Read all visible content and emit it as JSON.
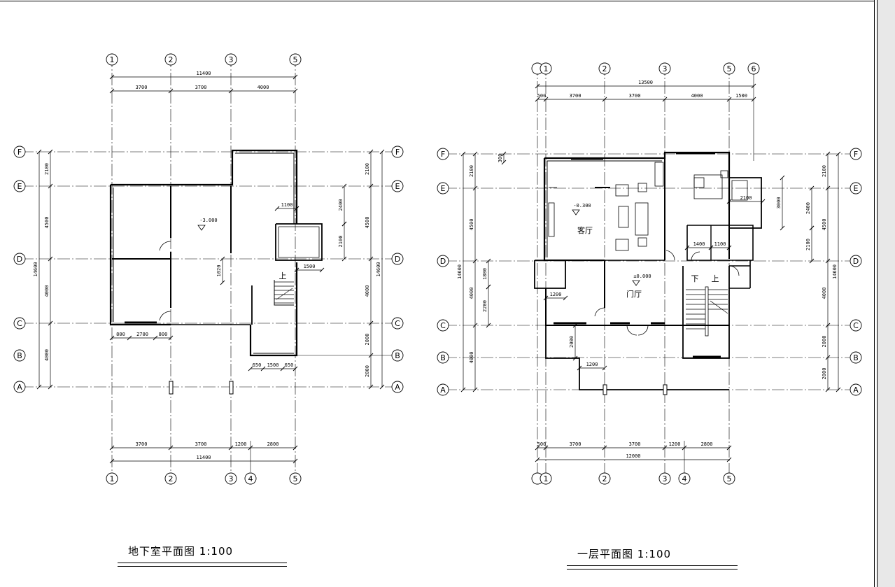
{
  "basement_plan": {
    "title": "地下室平面图",
    "scale": "1:100",
    "top_axes": [
      "1",
      "2",
      "3",
      "5"
    ],
    "bottom_axes": [
      "1",
      "2",
      "3",
      "4",
      "5"
    ],
    "row_axes": [
      "F",
      "E",
      "D",
      "C",
      "B",
      "A"
    ],
    "top_dims": {
      "overall": "11400",
      "segments": [
        "3700",
        "3700",
        "4000"
      ]
    },
    "bottom_dims": {
      "overall": "11400",
      "segments": [
        "3700",
        "3700",
        "1200",
        "2800"
      ]
    },
    "left_dims": {
      "overall": "14600",
      "segments": [
        "2100",
        "4500",
        "4000",
        "4000"
      ]
    },
    "right_dims": {
      "overall": "14600",
      "segments": [
        "2100",
        "4500",
        "4000",
        "2000",
        "2000"
      ]
    },
    "detail_dims": [
      "1100",
      "2400",
      "2100",
      "1020",
      "1500",
      "800",
      "2700",
      "800",
      "650",
      "1500",
      "650"
    ],
    "level": "-3.000",
    "stair_label": "上"
  },
  "ground_plan": {
    "title": "一层平面图",
    "scale": "1:100",
    "top_axes": [
      "1",
      "2",
      "3",
      "5",
      "6"
    ],
    "bottom_axes": [
      "1",
      "2",
      "3",
      "4",
      "5"
    ],
    "row_axes": [
      "F",
      "E",
      "D",
      "C",
      "B",
      "A"
    ],
    "top_dims": {
      "overall": "13500",
      "segments": [
        "500",
        "3700",
        "3700",
        "4000",
        "1500"
      ]
    },
    "bottom_dims": {
      "overall": "12000",
      "segments": [
        "500",
        "3700",
        "3700",
        "1200",
        "2800"
      ]
    },
    "left_dims": {
      "overall": "14600",
      "segments": [
        "2100",
        "4500",
        "4000",
        "4000"
      ]
    },
    "right_dims": {
      "overall": "14600",
      "segments": [
        "2100",
        "4500",
        "4000",
        "2000",
        "2000"
      ]
    },
    "detail_dims": [
      "300",
      "2100",
      "3000",
      "2400",
      "2100",
      "1400",
      "1100",
      "1800",
      "2200",
      "1200",
      "2000",
      "1200"
    ],
    "levels": [
      "-0.300",
      "±0.000"
    ],
    "room_labels": [
      "客厅",
      "门厅"
    ],
    "stair_labels": [
      "下",
      "上"
    ]
  }
}
